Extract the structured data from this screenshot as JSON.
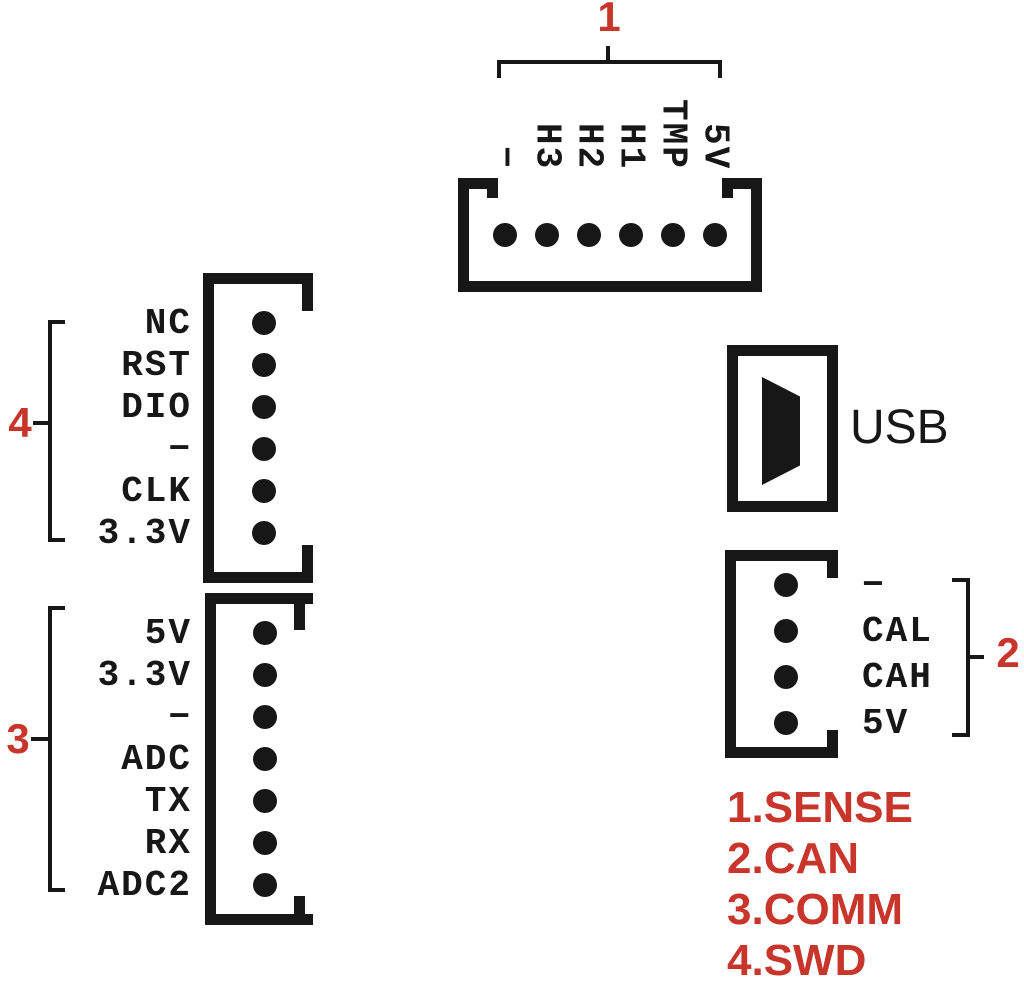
{
  "colors": {
    "ink": "#171717",
    "accent": "#c8352b",
    "background": "#ffffff"
  },
  "connectors": {
    "sense": {
      "ref_label": "1",
      "pins": [
        "−",
        "H3",
        "H2",
        "H1",
        "TMP",
        "5V"
      ]
    },
    "swd": {
      "ref_label": "4",
      "pins": [
        "NC",
        "RST",
        "DIO",
        "−",
        "CLK",
        "3.3V"
      ]
    },
    "comm": {
      "ref_label": "3",
      "pins": [
        "5V",
        "3.3V",
        "−",
        "ADC",
        "TX",
        "RX",
        "ADC2"
      ]
    },
    "can": {
      "ref_label": "2",
      "pins": [
        "−",
        "CAL",
        "CAH",
        "5V"
      ]
    },
    "usb": {
      "label": "USB"
    }
  },
  "legend": {
    "items": [
      "1.SENSE",
      "2.CAN",
      "3.COMM",
      "4.SWD"
    ]
  }
}
